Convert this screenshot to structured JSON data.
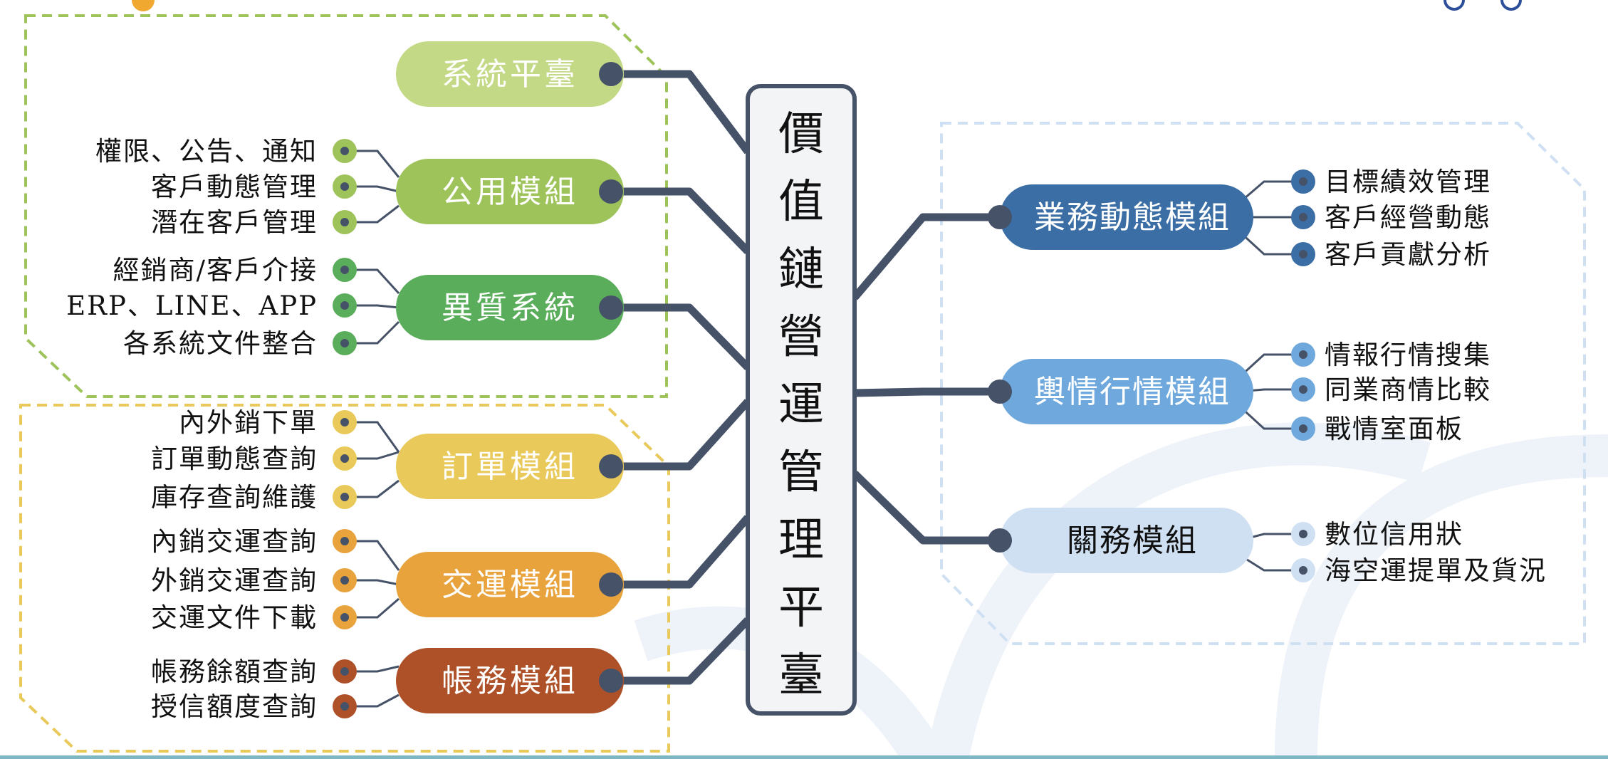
{
  "center": {
    "title": "價值鏈營運管理平臺"
  },
  "left_modules": [
    {
      "label": "系統平臺",
      "color": "#c3d986",
      "items": []
    },
    {
      "label": "公用模組",
      "color": "#9dc35a",
      "items": [
        "權限、公告、通知",
        "客戶動態管理",
        "潛在客戶管理"
      ]
    },
    {
      "label": "異質系統",
      "color": "#5aad5a",
      "items": [
        "經銷商/客戶介接",
        "ERP、LINE、APP",
        "各系統文件整合"
      ]
    },
    {
      "label": "訂單模組",
      "color": "#e8c95a",
      "items": [
        "內外銷下單",
        "訂單動態查詢",
        "庫存查詢維護"
      ]
    },
    {
      "label": "交運模組",
      "color": "#e8a33c",
      "items": [
        "內銷交運查詢",
        "外銷交運查詢",
        "交運文件下載"
      ]
    },
    {
      "label": "帳務模組",
      "color": "#ae5129",
      "items": [
        "帳務餘額查詢",
        "授信額度查詢"
      ]
    }
  ],
  "right_modules": [
    {
      "label": "業務動態模組",
      "color": "#3c6ea6",
      "text_color": "#ffffff",
      "items": [
        "目標績效管理",
        "客戶經營動態",
        "客戶貢獻分析"
      ]
    },
    {
      "label": "輿情行情模組",
      "color": "#6fa8dc",
      "text_color": "#ffffff",
      "items": [
        "情報行情搜集",
        "同業商情比較",
        "戰情室面板"
      ]
    },
    {
      "label": "關務模組",
      "color": "#cfe0f3",
      "text_color": "#111111",
      "items": [
        "數位信用狀",
        "海空運提單及貨況"
      ]
    }
  ],
  "colors": {
    "connector": "#465268",
    "green_frame": "#9dc35a",
    "orange_frame": "#e8c95a",
    "blue_frame": "#cfe0f3"
  }
}
